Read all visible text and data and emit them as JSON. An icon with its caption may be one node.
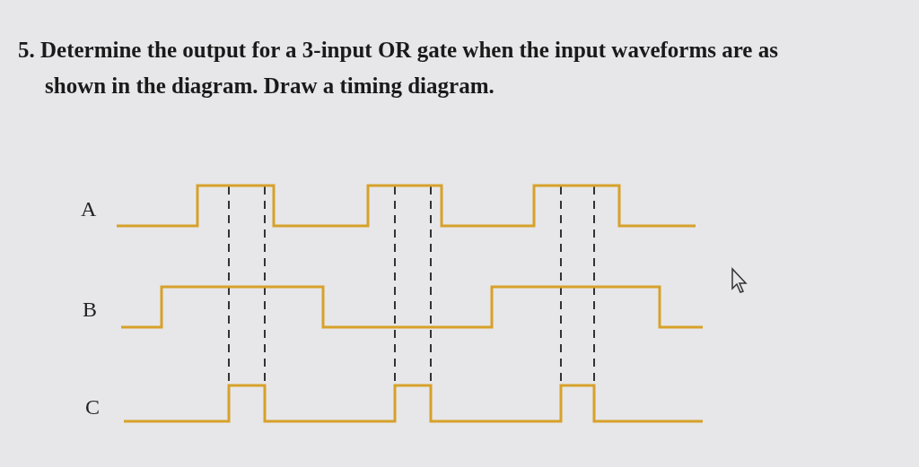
{
  "diagram": {
    "title": "5. Determine the output for a 3-input OR gate when the input waveforms are as shown in the diagram. Draw a timing diagram.",
    "labels": [
      "A",
      "B",
      "C"
    ]
  }
}
